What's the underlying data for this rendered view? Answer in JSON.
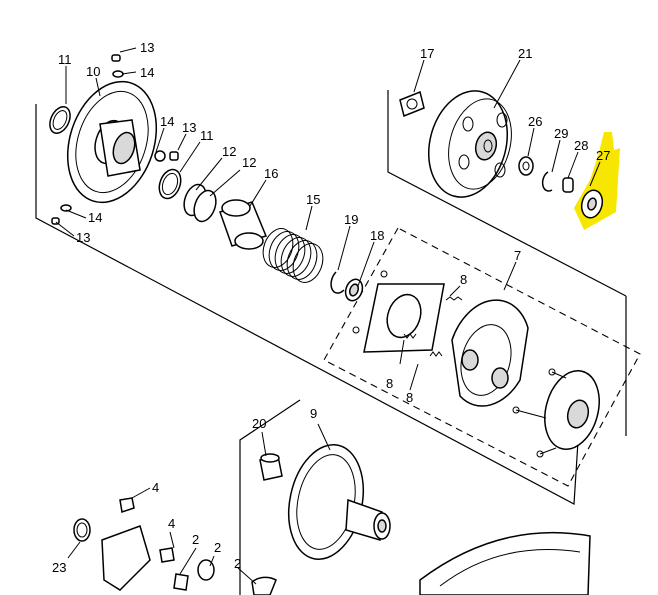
{
  "diagram": {
    "highlight_color": "#f7e600",
    "highlighted_part": "27",
    "callouts": [
      {
        "id": "c11a",
        "text": "11"
      },
      {
        "id": "c10",
        "text": "10"
      },
      {
        "id": "c13a",
        "text": "13"
      },
      {
        "id": "c14a",
        "text": "14"
      },
      {
        "id": "c14b",
        "text": "14"
      },
      {
        "id": "c13b",
        "text": "13"
      },
      {
        "id": "c11b",
        "text": "11"
      },
      {
        "id": "c12a",
        "text": "12"
      },
      {
        "id": "c12b",
        "text": "12"
      },
      {
        "id": "c16",
        "text": "16"
      },
      {
        "id": "c14c",
        "text": "14"
      },
      {
        "id": "c13c",
        "text": "13"
      },
      {
        "id": "c15",
        "text": "15"
      },
      {
        "id": "c19",
        "text": "19"
      },
      {
        "id": "c18",
        "text": "18"
      },
      {
        "id": "c17",
        "text": "17"
      },
      {
        "id": "c21",
        "text": "21"
      },
      {
        "id": "c26",
        "text": "26"
      },
      {
        "id": "c29",
        "text": "29"
      },
      {
        "id": "c28",
        "text": "28"
      },
      {
        "id": "c27",
        "text": "27"
      },
      {
        "id": "c7",
        "text": "7"
      },
      {
        "id": "c8a",
        "text": "8"
      },
      {
        "id": "c8b",
        "text": "8"
      },
      {
        "id": "c8c",
        "text": "8"
      },
      {
        "id": "c20",
        "text": "20"
      },
      {
        "id": "c9",
        "text": "9"
      },
      {
        "id": "c4a",
        "text": "4"
      },
      {
        "id": "c4b",
        "text": "4"
      },
      {
        "id": "c23",
        "text": "23"
      },
      {
        "id": "c2a",
        "text": "2"
      },
      {
        "id": "c2b",
        "text": "2"
      },
      {
        "id": "c2c",
        "text": "2"
      }
    ]
  }
}
